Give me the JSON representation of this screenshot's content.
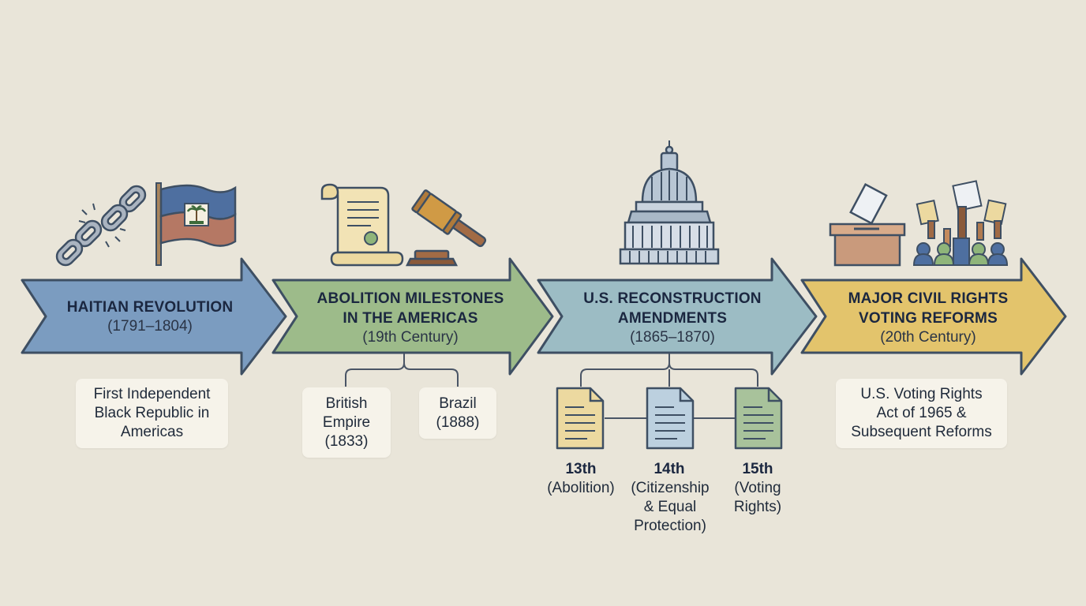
{
  "stages": [
    {
      "title_line1": "HAITIAN REVOLUTION",
      "title_line2": "",
      "period": "(1791–1804)",
      "color": "#7b9cc0",
      "note": [
        "First Independent",
        "Black Republic in",
        "Americas"
      ],
      "icons": [
        "broken-chain-icon",
        "haiti-flag-icon"
      ]
    },
    {
      "title_line1": "ABOLITION MILESTONES",
      "title_line2": "IN THE AMERICAS",
      "period": "(19th Century)",
      "color": "#9dbb8a",
      "branches": [
        {
          "lines": [
            "British",
            "Empire",
            "(1833)"
          ]
        },
        {
          "lines": [
            "Brazil",
            "(1888)"
          ]
        }
      ],
      "icons": [
        "scroll-icon",
        "gavel-icon"
      ]
    },
    {
      "title_line1": "U.S. RECONSTRUCTION",
      "title_line2": "AMENDMENTS",
      "period": "(1865–1870)",
      "color": "#9cbcc4",
      "amendments": [
        {
          "number": "13th",
          "desc": [
            "(Abolition)"
          ],
          "doc_color": "#ecd9a0"
        },
        {
          "number": "14th",
          "desc": [
            "(Citizenship",
            "& Equal",
            "Protection)"
          ],
          "doc_color": "#bcd0df"
        },
        {
          "number": "15th",
          "desc": [
            "(Voting",
            "Rights)"
          ],
          "doc_color": "#a8c29b"
        }
      ],
      "icons": [
        "capitol-dome-icon"
      ]
    },
    {
      "title_line1": "MAJOR CIVIL RIGHTS",
      "title_line2": "VOTING REFORMS",
      "period": "(20th Century)",
      "color": "#e3c46c",
      "note": [
        "U.S. Voting Rights",
        "Act of 1965 &",
        "Subsequent Reforms"
      ],
      "icons": [
        "ballot-box-icon",
        "raised-hands-icon"
      ]
    }
  ]
}
